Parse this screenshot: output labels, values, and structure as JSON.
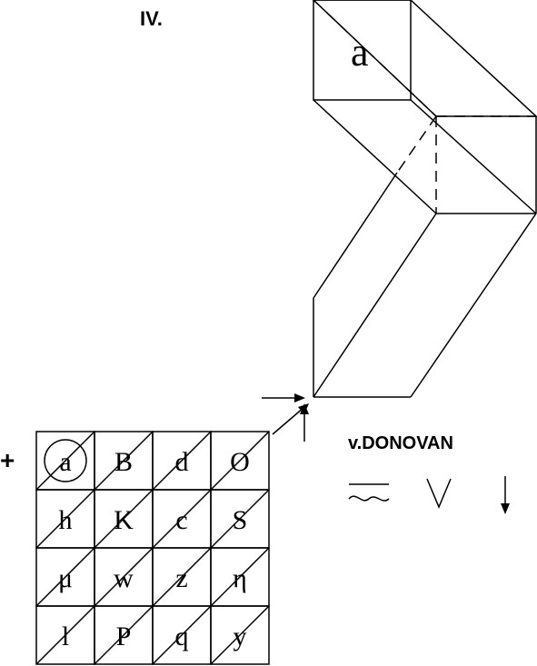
{
  "labels": {
    "section_number": "IV.",
    "cube_letter": "a",
    "author": "v.DONOVAN",
    "plus_sign": "+"
  },
  "grid": {
    "rows": 4,
    "cols": 4,
    "cells": [
      [
        "a",
        "B",
        "d",
        "O"
      ],
      [
        "h",
        "K",
        "c",
        "S"
      ],
      [
        "μ",
        "w",
        "z",
        "η"
      ],
      [
        "l",
        "P",
        "q",
        "y"
      ]
    ],
    "circled_cell": [
      0,
      0
    ]
  },
  "symbols": [
    {
      "name": "double-wave-symbol"
    },
    {
      "name": "v-symbol",
      "text": "V"
    },
    {
      "name": "down-arrow-symbol"
    }
  ]
}
